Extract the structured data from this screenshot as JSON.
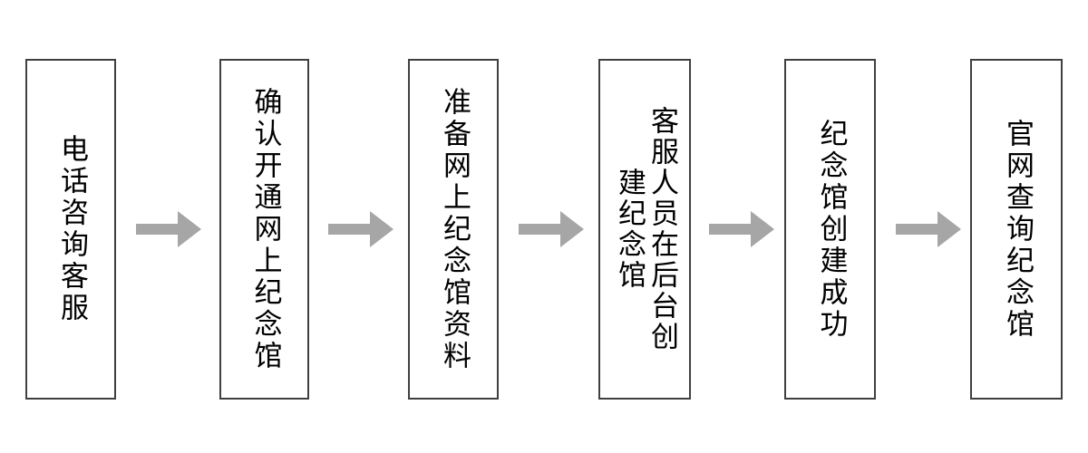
{
  "diagram": {
    "type": "process-flow",
    "orientation": "left-to-right",
    "title": "",
    "colors": {
      "node_border": "#404040",
      "node_fill": "#ffffff",
      "text": "#000000",
      "arrow": "#a6a6a6",
      "background": "#ffffff"
    },
    "nodes": [
      {
        "id": "step-1",
        "label": "电话咨询客服",
        "columns": 1
      },
      {
        "id": "step-2",
        "label": "确认开通网上纪念馆",
        "columns": 1
      },
      {
        "id": "step-3",
        "label": "准备网上纪念馆资料",
        "columns": 1
      },
      {
        "id": "step-4",
        "label": "客服人员在后台创建纪念馆",
        "columns": 2
      },
      {
        "id": "step-5",
        "label": "纪念馆创建成功",
        "columns": 1
      },
      {
        "id": "step-6",
        "label": "官网查询纪念馆",
        "columns": 1
      }
    ],
    "arrows": [
      {
        "id": "arrow-1",
        "from": "step-1",
        "to": "step-2",
        "glyph": "right-arrow-icon"
      },
      {
        "id": "arrow-2",
        "from": "step-2",
        "to": "step-3",
        "glyph": "right-arrow-icon"
      },
      {
        "id": "arrow-3",
        "from": "step-3",
        "to": "step-4",
        "glyph": "right-arrow-icon"
      },
      {
        "id": "arrow-4",
        "from": "step-4",
        "to": "step-5",
        "glyph": "right-arrow-icon"
      },
      {
        "id": "arrow-5",
        "from": "step-5",
        "to": "step-6",
        "glyph": "right-arrow-icon"
      }
    ]
  }
}
